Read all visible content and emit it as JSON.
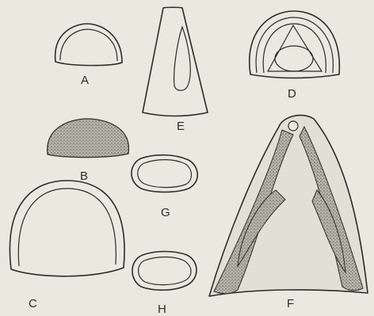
{
  "figure": {
    "labels": {
      "a": "A",
      "b": "B",
      "c": "C",
      "d": "D",
      "e": "E",
      "f": "F",
      "g": "G",
      "h": "H"
    }
  },
  "colors": {
    "background": "#eae8df",
    "ink": "#2d2b26",
    "stipple": "#6d6a62"
  }
}
